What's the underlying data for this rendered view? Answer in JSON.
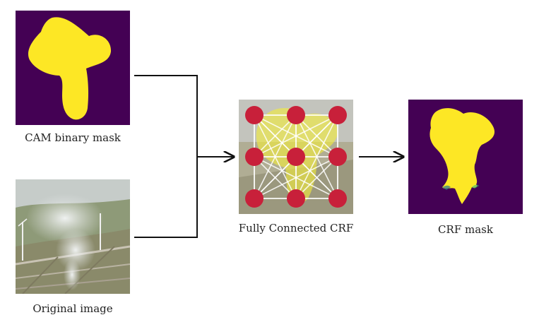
{
  "labels": {
    "cam_mask": "CAM binary mask",
    "original": "Original image",
    "crf": "Fully Connected CRF",
    "crf_mask": "CRF mask"
  },
  "colors": {
    "mask_background": "#440154",
    "mask_foreground": "#fde725",
    "crf_node": "#c8203a",
    "crf_edge": "#ffffff",
    "arrow": "#111111"
  },
  "crf_grid": {
    "rows": 3,
    "cols": 3
  }
}
